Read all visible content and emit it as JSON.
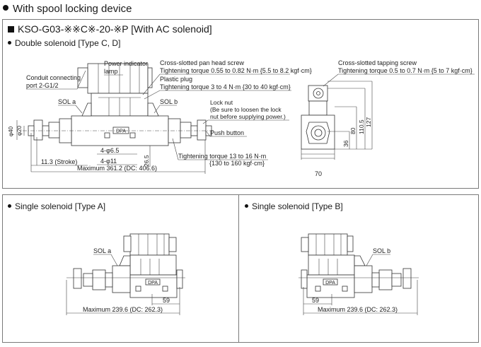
{
  "section_heading": "With spool locking device",
  "model_title": "KSO-G03-※※C※-20-※P [With AC solenoid]",
  "double_solenoid": {
    "title": "Double solenoid [Type C, D]",
    "labels": {
      "power_indicator_lamp_1": "Power indicator",
      "power_indicator_lamp_2": "lamp",
      "conduit_port_1": "Conduit connecting",
      "conduit_port_2": "port 2-G1/2",
      "sol_a": "SOL a",
      "sol_b": "SOL b",
      "pan_head_screw_1": "Cross-slotted pan head screw",
      "pan_head_screw_2": "Tightening torque 0.55 to 0.82 N·m {5.5 to 8.2 kgf·cm}",
      "plastic_plug_1": "Plastic plug",
      "plastic_plug_2": "Tightening torque 3 to 4 N·m {30 to 40 kgf·cm}",
      "lock_nut_1": "Lock nut",
      "lock_nut_2": "(Be sure to loosen the lock",
      "lock_nut_3": "nut before supplying power.)",
      "push_button": "Push button",
      "nut_torque_1": "Tightening torque 13 to 16 N·m",
      "nut_torque_2": "{130 to 160 kgf·cm}",
      "tapping_screw_1": "Cross-slotted tapping screw",
      "tapping_screw_2": "Tightening torque 0.5 to 0.7 N·m {5 to 7 kgf·cm}",
      "dpa_mark": "DPA"
    },
    "dimensions": {
      "phi40": "φ40",
      "phi20": "φ20",
      "stroke": "11.3 (Stroke)",
      "hole_small": "4-φ6.5",
      "hole_large": "4-φ11",
      "height_265": "26.5",
      "maximum": "Maximum 361.2 (DC: 406.6)",
      "side_127": "127",
      "side_1105": "110.5",
      "side_80": "80",
      "side_36": "36",
      "side_70": "70"
    }
  },
  "single_solenoid_a": {
    "title": "Single solenoid [Type A]",
    "sol_label": "SOL a",
    "dim_59": "59",
    "maximum": "Maximum 239.6 (DC: 262.3)",
    "dpa_mark": "DPA"
  },
  "single_solenoid_b": {
    "title": "Single solenoid [Type B]",
    "sol_label": "SOL b",
    "dim_59": "59",
    "maximum": "Maximum 239.6 (DC: 262.3)",
    "dpa_mark": "DPA"
  }
}
